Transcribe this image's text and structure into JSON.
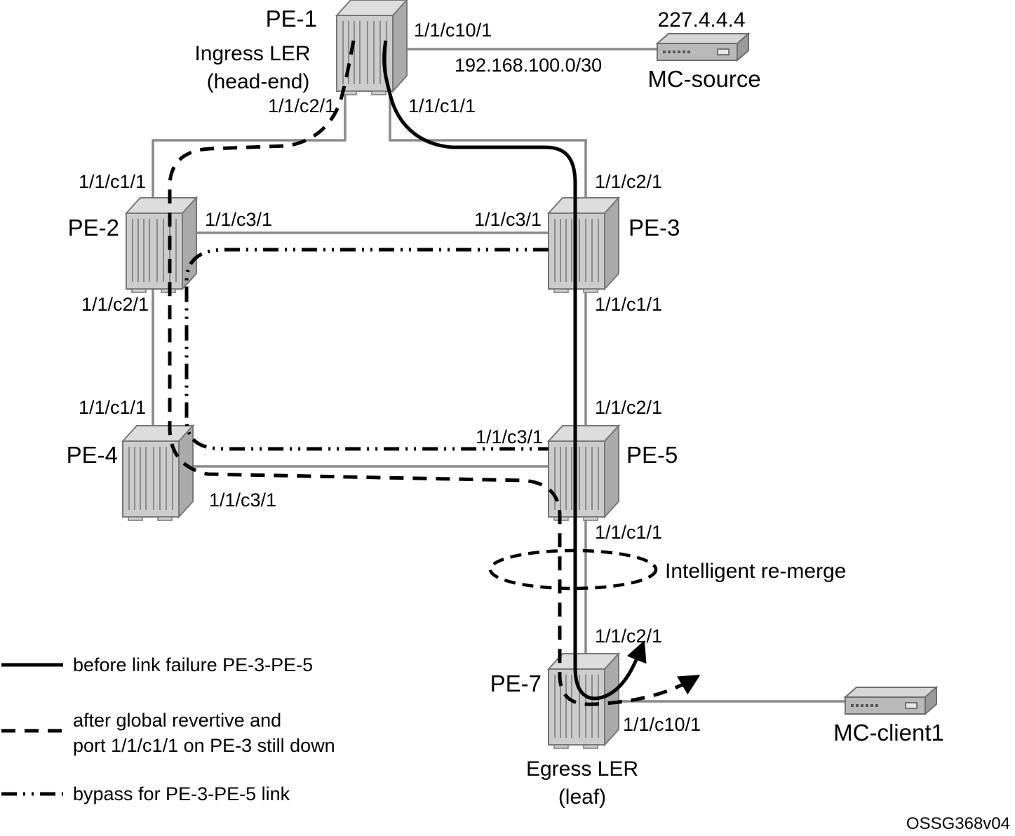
{
  "nodes": {
    "pe1": {
      "label": "PE-1",
      "role1": "Ingress LER",
      "role2": "(head-end)"
    },
    "pe2": {
      "label": "PE-2"
    },
    "pe3": {
      "label": "PE-3"
    },
    "pe4": {
      "label": "PE-4"
    },
    "pe5": {
      "label": "PE-5"
    },
    "pe7": {
      "label": "PE-7",
      "role1": "Egress LER",
      "role2": "(leaf)"
    },
    "mc_source": {
      "label": "MC-source",
      "address": "227.4.4.4"
    },
    "mc_client1": {
      "label": "MC-client1"
    }
  },
  "links": {
    "pe1_mcsource_subnet": "192.168.100.0/30"
  },
  "ports": {
    "pe1_c10": "1/1/c10/1",
    "pe1_c2": "1/1/c2/1",
    "pe1_c1": "1/1/c1/1",
    "pe2_c1": "1/1/c1/1",
    "pe2_c3": "1/1/c3/1",
    "pe2_c2": "1/1/c2/1",
    "pe3_c2": "1/1/c2/1",
    "pe3_c3": "1/1/c3/1",
    "pe3_c1": "1/1/c1/1",
    "pe4_c1": "1/1/c1/1",
    "pe4_c3": "1/1/c3/1",
    "pe5_c2": "1/1/c2/1",
    "pe5_c3": "1/1/c3/1",
    "pe5_c1": "1/1/c1/1",
    "pe7_c2": "1/1/c2/1",
    "pe7_c10": "1/1/c10/1"
  },
  "annotations": {
    "remerge": "Intelligent re-merge",
    "watermark": "OSSG368v04"
  },
  "legend": [
    {
      "style": "solid",
      "lines": [
        "before link failure PE-3-PE-5"
      ]
    },
    {
      "style": "dashed",
      "lines": [
        "after global revertive and",
        "port 1/1/c1/1 on PE-3 still down"
      ]
    },
    {
      "style": "dash-dot-dot",
      "lines": [
        "bypass for PE-3-PE-5 link"
      ]
    }
  ]
}
